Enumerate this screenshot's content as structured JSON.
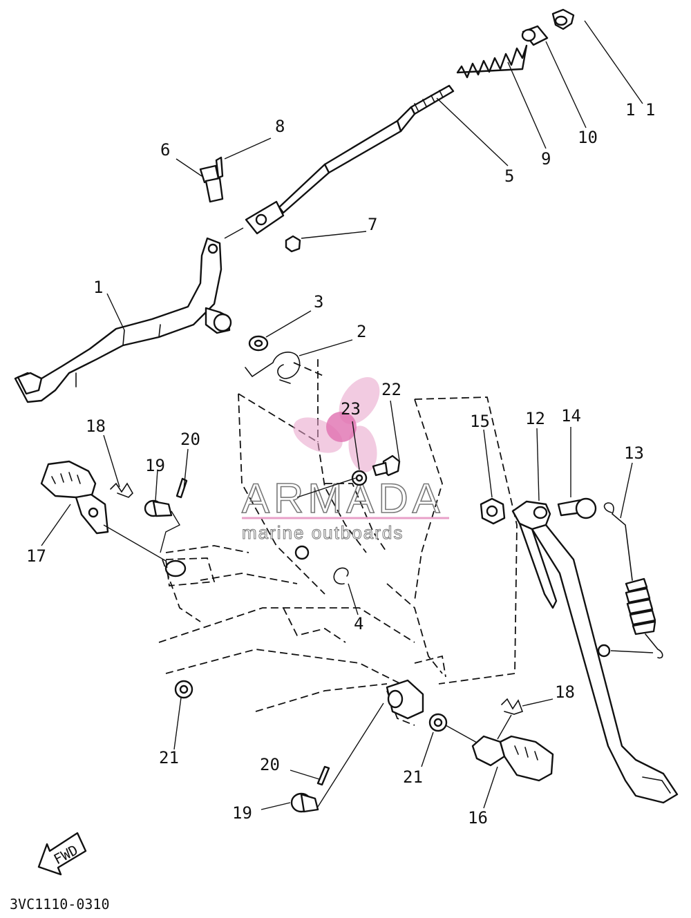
{
  "diagram": {
    "part_code": "3VC1110-0310",
    "fwd_label": "FWD",
    "callouts": {
      "c1": "1",
      "c2": "2",
      "c3": "3",
      "c4": "4",
      "c5": "5",
      "c6": "6",
      "c7": "7",
      "c8": "8",
      "c9": "9",
      "c10": "10",
      "c11": "1 1",
      "c12": "12",
      "c13": "13",
      "c14": "14",
      "c15": "15",
      "c16": "16",
      "c17": "17",
      "c18a": "18",
      "c18b": "18",
      "c19a": "19",
      "c19b": "19",
      "c20a": "20",
      "c20b": "20",
      "c21a": "21",
      "c21b": "21",
      "c22": "22",
      "c23": "23"
    }
  },
  "watermark": {
    "brand": "ARMADA",
    "tagline": "marine outboards",
    "accent_color": "#e8a0c8"
  }
}
